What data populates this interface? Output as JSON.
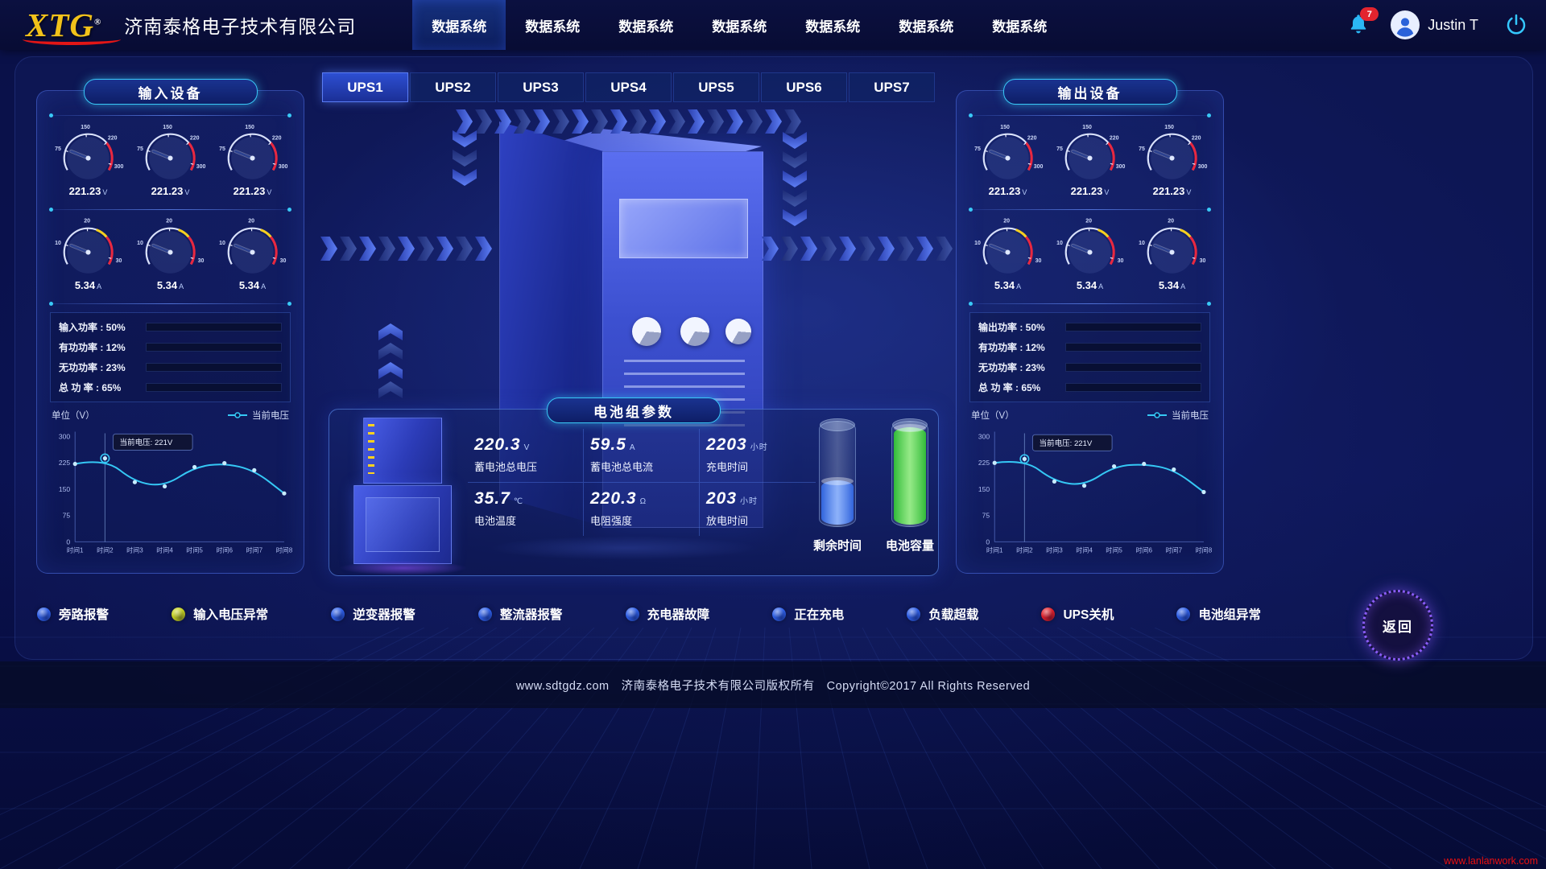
{
  "header": {
    "logo_text": "XTG",
    "logo_reg": "®",
    "company_name": "济南泰格电子技术有限公司",
    "nav_items": [
      {
        "label": "数据系统",
        "active": true
      },
      {
        "label": "数据系统"
      },
      {
        "label": "数据系统"
      },
      {
        "label": "数据系统"
      },
      {
        "label": "数据系统"
      },
      {
        "label": "数据系统"
      },
      {
        "label": "数据系统"
      }
    ],
    "notification_badge": "7",
    "user_name": "Justin T"
  },
  "ups_tabs": [
    {
      "label": "UPS1",
      "active": true
    },
    {
      "label": "UPS2"
    },
    {
      "label": "UPS3"
    },
    {
      "label": "UPS4"
    },
    {
      "label": "UPS5"
    },
    {
      "label": "UPS6"
    },
    {
      "label": "UPS7"
    }
  ],
  "input_panel": {
    "title": "输入设备",
    "gauge_rows": [
      {
        "ticks": [
          "75",
          "150",
          "220",
          "300"
        ],
        "gauges": [
          {
            "value": "221.23",
            "unit": "V"
          },
          {
            "value": "221.23",
            "unit": "V"
          },
          {
            "value": "221.23",
            "unit": "V"
          }
        ]
      },
      {
        "ticks": [
          "10",
          "20",
          "30"
        ],
        "gauges": [
          {
            "value": "5.34",
            "unit": "A"
          },
          {
            "value": "5.34",
            "unit": "A"
          },
          {
            "value": "5.34",
            "unit": "A"
          }
        ]
      }
    ],
    "power_bars": [
      {
        "label": "输入功率 : 50%",
        "percent": 50,
        "color": "#7d2ff0"
      },
      {
        "label": "有功功率 : 12%",
        "percent": 12,
        "color": "#f2d41c"
      },
      {
        "label": "无功功率 : 23%",
        "percent": 23,
        "color": "#35d435"
      },
      {
        "label": "总 功 率 : 65%",
        "percent": 65,
        "color": "#1ec8f2"
      }
    ],
    "chart": {
      "unit_label": "单位（V）",
      "legend": "当前电压",
      "tooltip": "当前电压: 221V",
      "y_ticks": [
        "300",
        "225",
        "150",
        "75",
        "0"
      ],
      "x_ticks": [
        "时间1",
        "时间2",
        "时间3",
        "时间4",
        "时间5",
        "时间6",
        "时间7",
        "时间8"
      ],
      "values": [
        222,
        238,
        170,
        158,
        213,
        224,
        204,
        138
      ],
      "highlight_index": 1,
      "y_max": 300,
      "line_color": "#35c8f5"
    }
  },
  "output_panel": {
    "title": "输出设备",
    "gauge_rows": [
      {
        "ticks": [
          "75",
          "150",
          "220",
          "300"
        ],
        "gauges": [
          {
            "value": "221.23",
            "unit": "V"
          },
          {
            "value": "221.23",
            "unit": "V"
          },
          {
            "value": "221.23",
            "unit": "V"
          }
        ]
      },
      {
        "ticks": [
          "10",
          "20",
          "30"
        ],
        "gauges": [
          {
            "value": "5.34",
            "unit": "A"
          },
          {
            "value": "5.34",
            "unit": "A"
          },
          {
            "value": "5.34",
            "unit": "A"
          }
        ]
      }
    ],
    "power_bars": [
      {
        "label": "输出功率 : 50%",
        "percent": 50,
        "color": "#7d2ff0"
      },
      {
        "label": "有功功率 : 12%",
        "percent": 12,
        "color": "#f2d41c"
      },
      {
        "label": "无功功率 : 23%",
        "percent": 23,
        "color": "#35d435"
      },
      {
        "label": "总 功 率 : 65%",
        "percent": 65,
        "color": "#1ec8f2"
      }
    ],
    "chart": {
      "unit_label": "单位（V）",
      "legend": "当前电压",
      "tooltip": "当前电压: 221V",
      "y_ticks": [
        "300",
        "225",
        "150",
        "75",
        "0"
      ],
      "x_ticks": [
        "时间1",
        "时间2",
        "时间3",
        "时间4",
        "时间5",
        "时间6",
        "时间7",
        "时间8"
      ],
      "values": [
        225,
        236,
        172,
        160,
        215,
        222,
        206,
        142
      ],
      "highlight_index": 1,
      "y_max": 300,
      "line_color": "#35c8f5"
    }
  },
  "battery_panel": {
    "title": "电池组参数",
    "stats": [
      {
        "value": "220.3",
        "unit": "V",
        "label": "蓄电池总电压"
      },
      {
        "value": "59.5",
        "unit": "A",
        "label": "蓄电池总电流"
      },
      {
        "value": "2203",
        "unit": "小时",
        "label": "充电时间"
      },
      {
        "value": "35.7",
        "unit": "℃",
        "label": "电池温度"
      },
      {
        "value": "220.3",
        "unit": "Ω",
        "label": "电阻强度"
      },
      {
        "value": "203",
        "unit": "小时",
        "label": "放电时间"
      }
    ],
    "cylinders": [
      {
        "label": "剩余时间",
        "percent": 42,
        "color": "#1f55d8",
        "top": "#6f9cf8"
      },
      {
        "label": "电池容量",
        "percent": 92,
        "color": "#1fb81f",
        "top": "#7ae85a"
      }
    ]
  },
  "status_legend": [
    {
      "label": "旁路报警",
      "color": "#2e5fe8"
    },
    {
      "label": "输入电压异常",
      "color": "#c6d21f"
    },
    {
      "label": "逆变器报警",
      "color": "#2e5fe8"
    },
    {
      "label": "整流器报警",
      "color": "#2e5fe8"
    },
    {
      "label": "充电器故障",
      "color": "#2e5fe8"
    },
    {
      "label": "正在充电",
      "color": "#2e5fe8"
    },
    {
      "label": "负载超载",
      "color": "#2e5fe8"
    },
    {
      "label": "UPS关机",
      "color": "#e0202a"
    },
    {
      "label": "电池组异常",
      "color": "#2e5fe8"
    }
  ],
  "back_button": "返回",
  "footer": {
    "text": "www.sdtgdz.com　济南泰格电子技术有限公司版权所有　Copyright©2017 All Rights Reserved"
  },
  "watermark": "www.lanlanwork.com"
}
